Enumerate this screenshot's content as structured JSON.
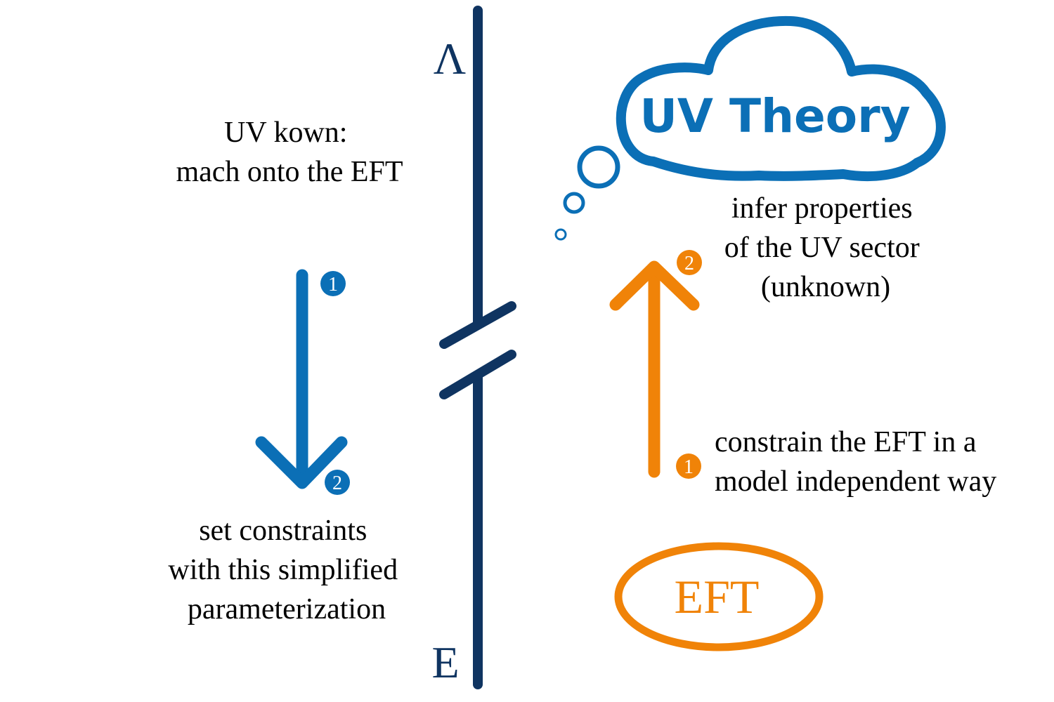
{
  "colors": {
    "axis": "#0f3461",
    "blue": "#0b6fb6",
    "orange": "#f08308",
    "text": "#000000",
    "marker_text": "#ffffff"
  },
  "axis": {
    "top_label": "Λ",
    "bottom_label": "E"
  },
  "left": {
    "top_text": [
      "UV kown:",
      "mach onto the EFT"
    ],
    "bottom_text": [
      "set constraints",
      "with this simplified",
      "parameterization"
    ],
    "step_start": "1",
    "step_end": "2"
  },
  "right": {
    "cloud_label": "UV Theory",
    "infer_text": [
      "infer properties",
      "of the UV sector",
      "(unknown)"
    ],
    "constrain_text": [
      "constrain the EFT in a",
      "model independent way"
    ],
    "step_start": "1",
    "step_end": "2",
    "eft_label": "EFT"
  }
}
